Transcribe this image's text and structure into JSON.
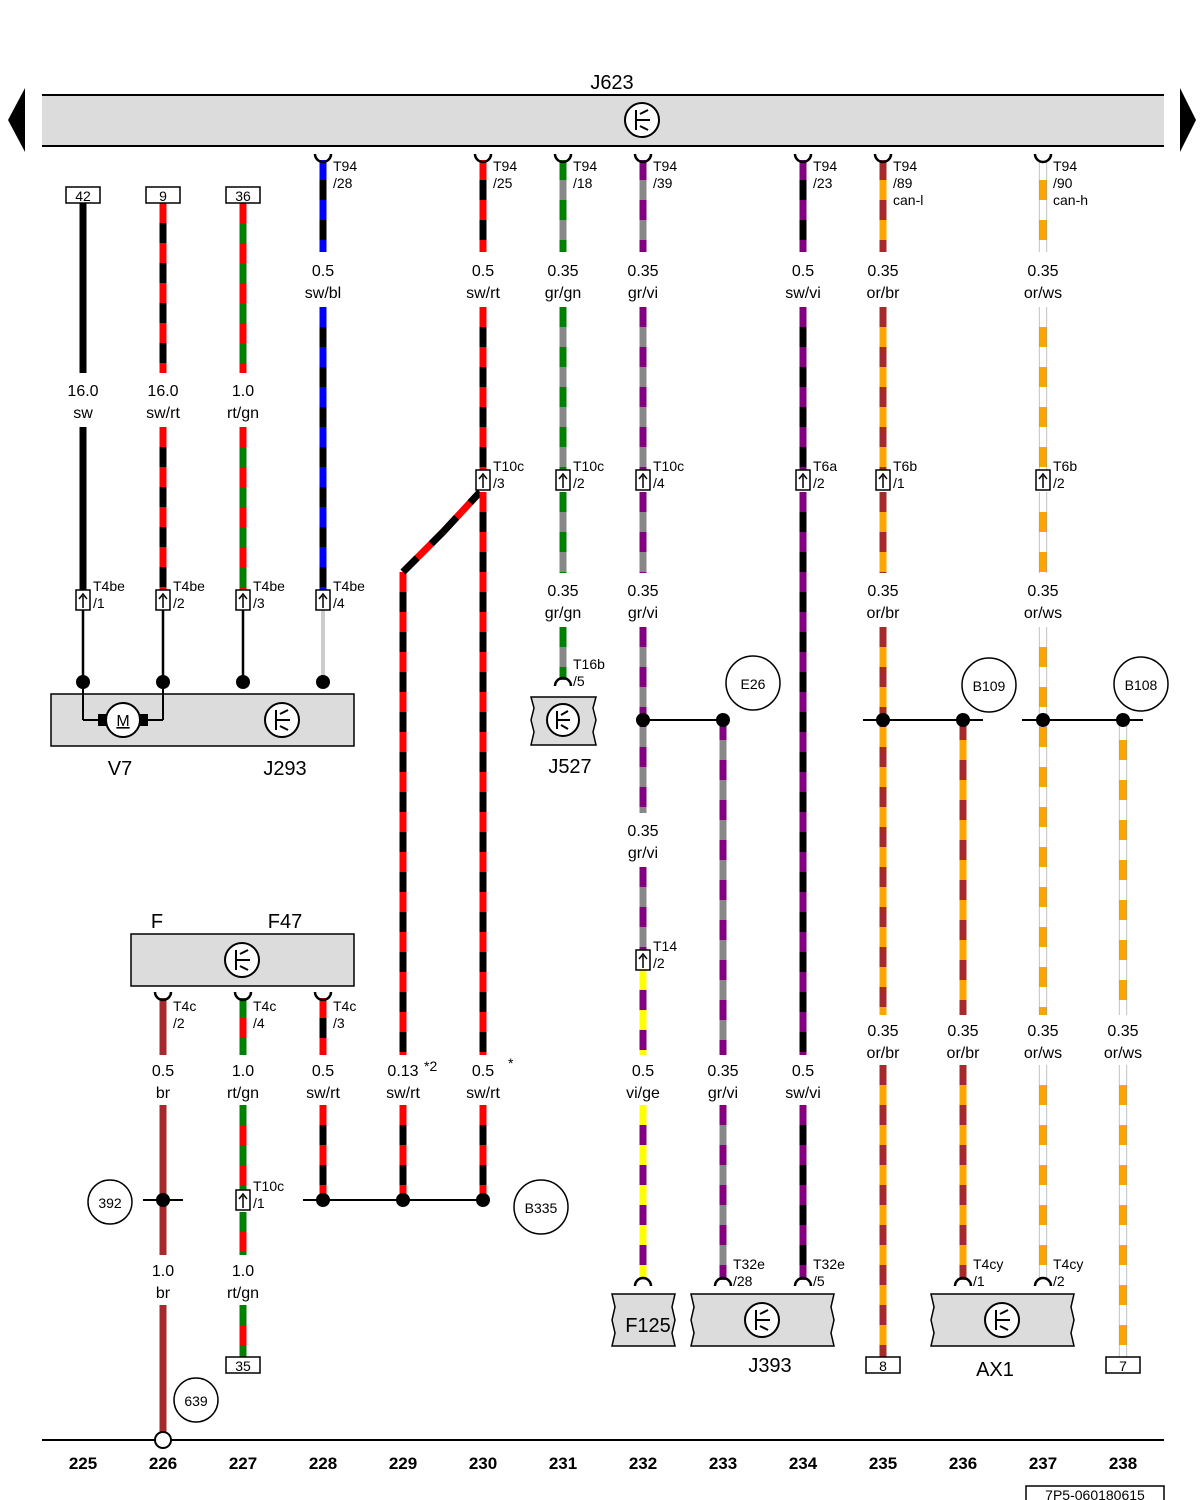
{
  "components": {
    "j623": "J623",
    "v7": "V7",
    "j293": "J293",
    "j527": "J527",
    "f_f47": "F",
    "f47": "F47",
    "f125": "F125",
    "j393": "J393",
    "ax1": "AX1",
    "motor": "M"
  },
  "column_numbers": [
    "225",
    "226",
    "227",
    "228",
    "229",
    "230",
    "231",
    "232",
    "233",
    "234",
    "235",
    "236",
    "237",
    "238"
  ],
  "code": "7P5-060180615",
  "ground_refs": [
    "E26",
    "B109",
    "B108",
    "392",
    "B335",
    "639"
  ],
  "terminals_top": [
    "42",
    "9",
    "36"
  ],
  "terminals_bottom": [
    "35",
    "8",
    "7"
  ],
  "pins_j623": [
    [
      "T94",
      "/28",
      ""
    ],
    [
      "T94",
      "/25",
      ""
    ],
    [
      "T94",
      "/18",
      ""
    ],
    [
      "T94",
      "/39",
      ""
    ],
    [
      "T94",
      "/23",
      ""
    ],
    [
      "T94",
      "/89",
      "can-l"
    ],
    [
      "T94",
      "/90",
      "can-h"
    ]
  ],
  "wires_upper": [
    [
      "0.5",
      "sw/bl"
    ],
    [
      "0.5",
      "sw/rt"
    ],
    [
      "0.35",
      "gr/gn"
    ],
    [
      "0.35",
      "gr/vi"
    ],
    [
      "0.5",
      "sw/vi"
    ],
    [
      "0.35",
      "or/br"
    ],
    [
      "0.35",
      "or/ws"
    ]
  ],
  "wires_v7": [
    [
      "16.0",
      "sw"
    ],
    [
      "16.0",
      "sw/rt"
    ],
    [
      "1.0",
      "rt/gn"
    ]
  ],
  "connectors_mid": [
    [
      "T10c",
      "/3"
    ],
    [
      "T10c",
      "/2"
    ],
    [
      "T10c",
      "/4"
    ],
    [
      "T6a",
      "/2"
    ],
    [
      "T6b",
      "/1"
    ],
    [
      "T6b",
      "/2"
    ]
  ],
  "wires_mid": [
    [
      "0.35",
      "gr/gn"
    ],
    [
      "0.35",
      "gr/vi"
    ],
    [
      "0.35",
      "or/br"
    ],
    [
      "0.35",
      "or/ws"
    ]
  ],
  "connectors_t4be": [
    [
      "T4be",
      "/1"
    ],
    [
      "T4be",
      "/2"
    ],
    [
      "T4be",
      "/3"
    ],
    [
      "T4be",
      "/4"
    ]
  ],
  "connector_t16b": [
    "T16b",
    "/5"
  ],
  "wire_232_lower": [
    "0.35",
    "gr/vi"
  ],
  "connector_t14": [
    "T14",
    "/2"
  ],
  "pins_f47": [
    [
      "T4c",
      "/2"
    ],
    [
      "T4c",
      "/4"
    ],
    [
      "T4c",
      "/3"
    ]
  ],
  "wires_lower": [
    [
      "0.5",
      "br"
    ],
    [
      "1.0",
      "rt/gn"
    ],
    [
      "0.5",
      "sw/rt"
    ],
    [
      "0.13",
      "sw/rt"
    ],
    [
      "0.5",
      "sw/rt"
    ],
    [
      "0.5",
      "vi/ge"
    ],
    [
      "0.35",
      "gr/vi"
    ],
    [
      "0.5",
      "sw/vi"
    ],
    [
      "0.35",
      "or/br"
    ],
    [
      "0.35",
      "or/br"
    ],
    [
      "0.35",
      "or/ws"
    ],
    [
      "0.35",
      "or/ws"
    ]
  ],
  "marks": {
    "star2": "*2",
    "star": "*"
  },
  "connector_t10c_227": [
    "T10c",
    "/1"
  ],
  "wires_bottom": [
    [
      "1.0",
      "br"
    ],
    [
      "1.0",
      "rt/gn"
    ]
  ],
  "pins_bottom": [
    [
      "T32e",
      "/28"
    ],
    [
      "T32e",
      "/5"
    ],
    [
      "T4cy",
      "/1"
    ],
    [
      "T4cy",
      "/2"
    ]
  ],
  "colors": {
    "black": "#000000",
    "red": "#ff0000",
    "green": "#008000",
    "blue": "#0000ff",
    "grey": "#888888",
    "violet": "#800080",
    "orange": "#ffa500",
    "brown": "#a52a2a",
    "white": "#ffffff",
    "yellow": "#ffff00",
    "box_fill": "#dcdcdc"
  }
}
